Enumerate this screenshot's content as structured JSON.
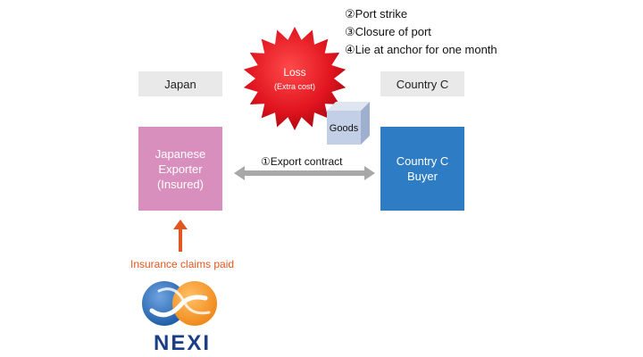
{
  "labels": {
    "japan": "Japan",
    "country_c": "Country C"
  },
  "exporter": {
    "line1": "Japanese",
    "line2": "Exporter",
    "line3": "(Insured)"
  },
  "buyer": {
    "line1": "Country C",
    "line2": "Buyer"
  },
  "contract": "①Export contract",
  "loss": {
    "title": "Loss",
    "subtitle": "(Extra cost)"
  },
  "goods": "Goods",
  "risks": [
    "②Port strike",
    "③Closure of port",
    "④Lie at anchor for one month"
  ],
  "claims": "Insurance claims paid",
  "logo": "NEXI",
  "colors": {
    "exporter_box": "#d98fbe",
    "buyer_box": "#2d7cc4",
    "loss_burst": "#e0141e",
    "claims_arrow": "#e2571f",
    "contract_arrow": "#a8a8a8",
    "label_bg": "#e9e9e9",
    "logo_blue": "#1f5fa8",
    "logo_orange": "#f08a1c"
  }
}
